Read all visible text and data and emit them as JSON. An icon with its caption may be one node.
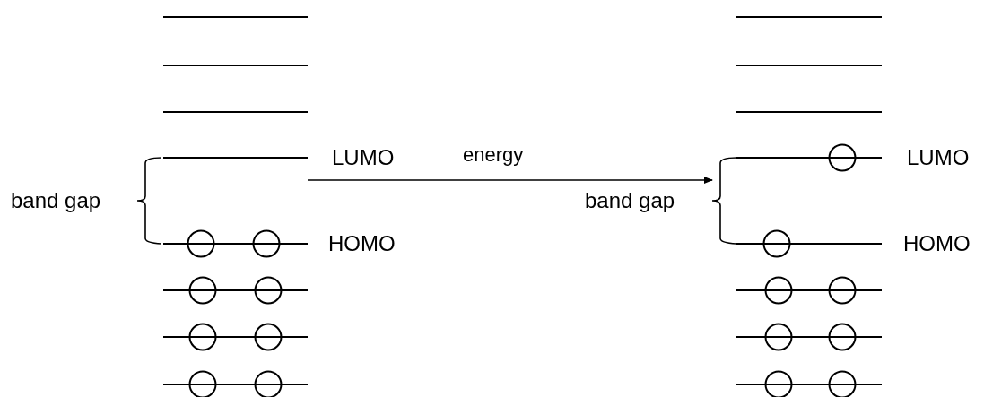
{
  "diagram": {
    "nodes": [
      {
        "text": [],
        "shape": "picture"
      },
      {
        "text": [],
        "shape": "picture"
      }
    ],
    "edges": [
      {
        "from": 0,
        "to": 1,
        "arrow": "to",
        "label": "energy"
      }
    ],
    "labels": [
      "band gap",
      "LUMO",
      "HOMO",
      "band gap",
      "LUMO",
      "HOMO"
    ]
  }
}
